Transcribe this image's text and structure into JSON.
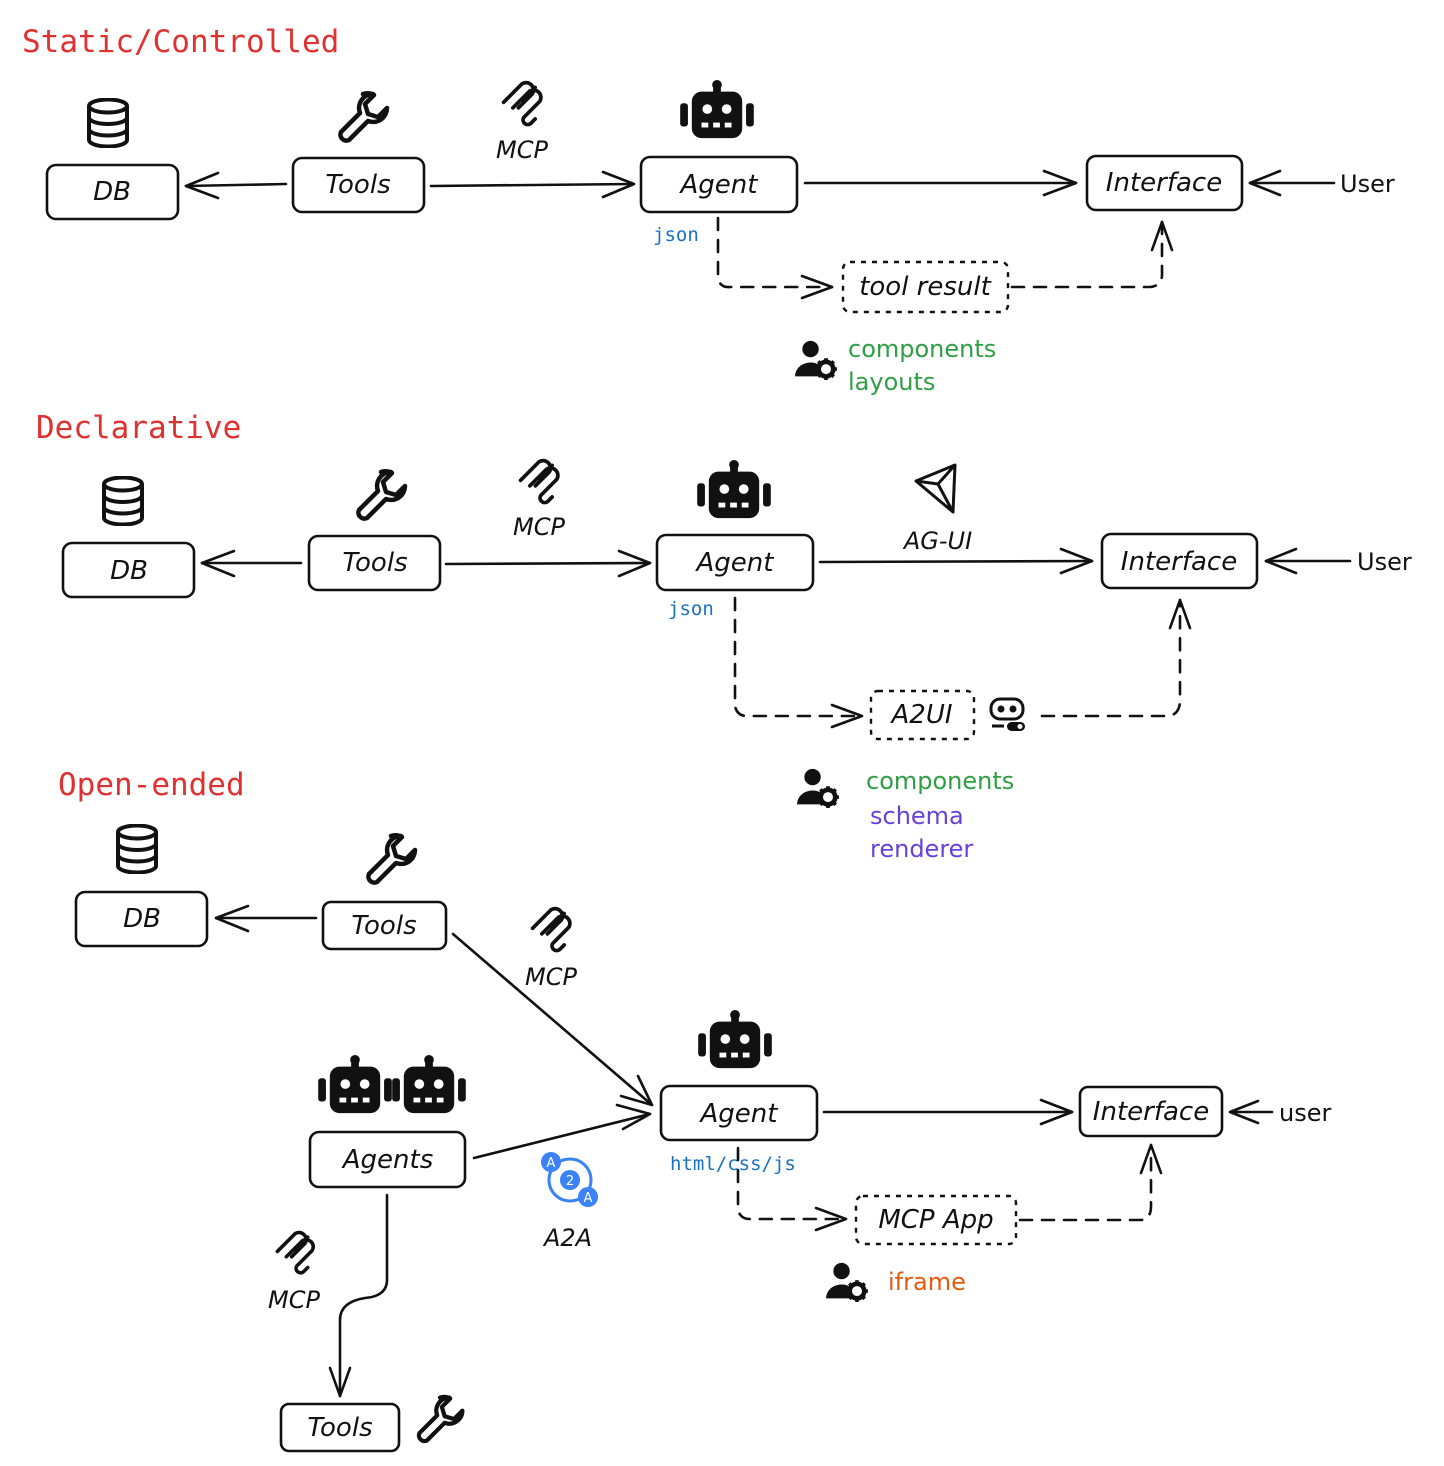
{
  "colors": {
    "heading": "#e03131",
    "json": "#1971c2",
    "green": "#2f9e44",
    "purple": "#6741d9",
    "orange": "#e8590c",
    "ink": "#111111",
    "a2a_blue": "#3b82f6"
  },
  "icons": [
    "database-icon",
    "wrench-icon",
    "mcp-icon",
    "robot-icon",
    "user-gear-icon",
    "ag-ui-icon",
    "a2ui-icon",
    "a2a-icon"
  ],
  "sections": {
    "static": {
      "heading": "Static/Controlled",
      "db": "DB",
      "tools": "Tools",
      "mcp": "MCP",
      "agent": "Agent",
      "interface": "Interface",
      "user": "User",
      "json": "json",
      "result": "tool result",
      "owner_items": [
        "components",
        "layouts"
      ]
    },
    "declarative": {
      "heading": "Declarative",
      "db": "DB",
      "tools": "Tools",
      "mcp": "MCP",
      "agent": "Agent",
      "protocol": "AG-UI",
      "interface": "Interface",
      "user": "User",
      "json": "json",
      "result": "A2UI",
      "owner_items": [
        "components",
        "schema",
        "renderer"
      ]
    },
    "open": {
      "heading": "Open-ended",
      "db": "DB",
      "tools": "Tools",
      "mcp": "MCP",
      "agents": "Agents",
      "a2a": "A2A",
      "mcp2": "MCP",
      "tools2": "Tools",
      "agent": "Agent",
      "interface": "Interface",
      "user": "user",
      "payload": "html/css/js",
      "result": "MCP App",
      "owner_items": [
        "iframe"
      ]
    }
  }
}
